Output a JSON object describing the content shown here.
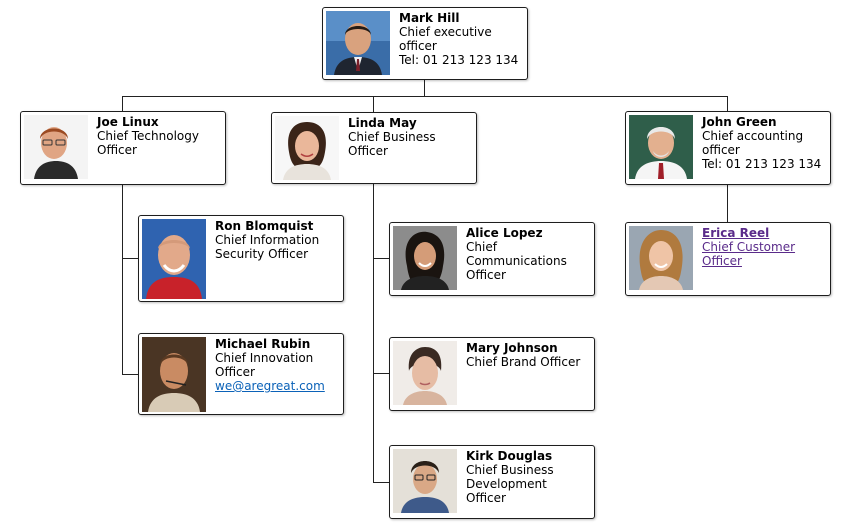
{
  "people": {
    "mark": {
      "name": "Mark Hill",
      "title": "Chief executive officer",
      "phone": "Tel: 01 213 123 134"
    },
    "joe": {
      "name": "Joe Linux",
      "title1": "Chief Technology",
      "title2": "Officer"
    },
    "linda": {
      "name": "Linda May",
      "title": "Chief Business Officer"
    },
    "john": {
      "name": "John Green",
      "title1": "Chief accounting",
      "title2": "officer",
      "phone": "Tel: 01 213 123 134"
    },
    "ron": {
      "name": "Ron Blomquist",
      "title1": "Chief Information",
      "title2": "Security Officer"
    },
    "michael": {
      "name": "Michael Rubin",
      "title1": "Chief Innovation",
      "title2": "Officer",
      "email": "we@aregreat.com"
    },
    "alice": {
      "name": "Alice Lopez",
      "title1": "Chief Communications",
      "title2": "Officer"
    },
    "mary": {
      "name": "Mary Johnson",
      "title": "Chief Brand Officer"
    },
    "kirk": {
      "name": "Kirk Douglas",
      "title1": "Chief Business",
      "title2": "Development Officer"
    },
    "erica": {
      "name": "Erica Reel",
      "title": "Chief Customer Officer"
    }
  },
  "colors": {
    "link": "#0b62b8",
    "visited_link": "#5a2b8a",
    "border": "#1e1e1e",
    "connector": "#222222"
  }
}
